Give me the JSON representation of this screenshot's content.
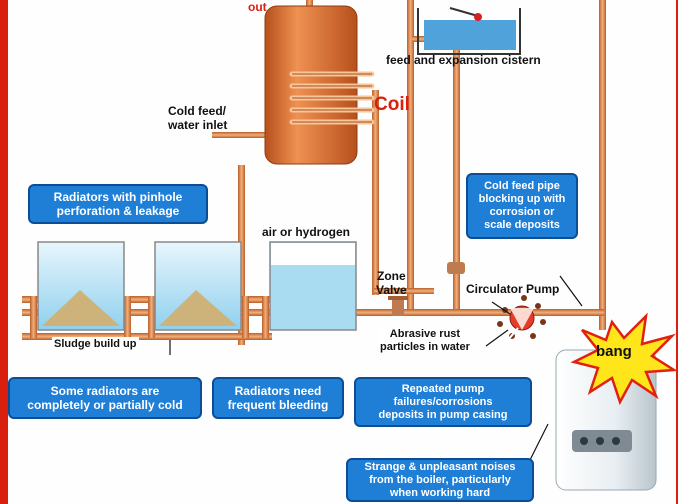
{
  "labels": {
    "out": "out",
    "cistern": "feed and expansion cistern",
    "cold_feed_inlet": "Cold feed/\nwater inlet",
    "coil": "Coil",
    "air_hydrogen": "air or hydrogen",
    "zone_valve": "Zone\nValve",
    "circulator_pump": "Circulator Pump",
    "abrasive_rust": "Abrasive rust\nparticles in water",
    "sludge": "Sludge build up",
    "bang": "bang"
  },
  "boxes": {
    "pinhole": "Radiators with  pinhole\nperforation & leakage",
    "cold_feed_pipe": "Cold feed pipe\nblocking up with\ncorrosion or\nscale deposits",
    "partially_cold": "Some radiators are\ncompletely or partially cold",
    "bleeding": "Radiators   need\nfrequent bleeding",
    "pump_failures": "Repeated pump\nfailures/corrosions\ndeposits in pump casing",
    "noises": "Strange & unpleasant noises\nfrom the boiler, particularly\nwhen working hard"
  },
  "colors": {
    "border": "#d9200f",
    "pipe": "#d9814a",
    "cylinder": "#d96a2c",
    "water": "#4fa3da",
    "callout": "#1f7ed6",
    "sludge": "#cdb37a"
  }
}
